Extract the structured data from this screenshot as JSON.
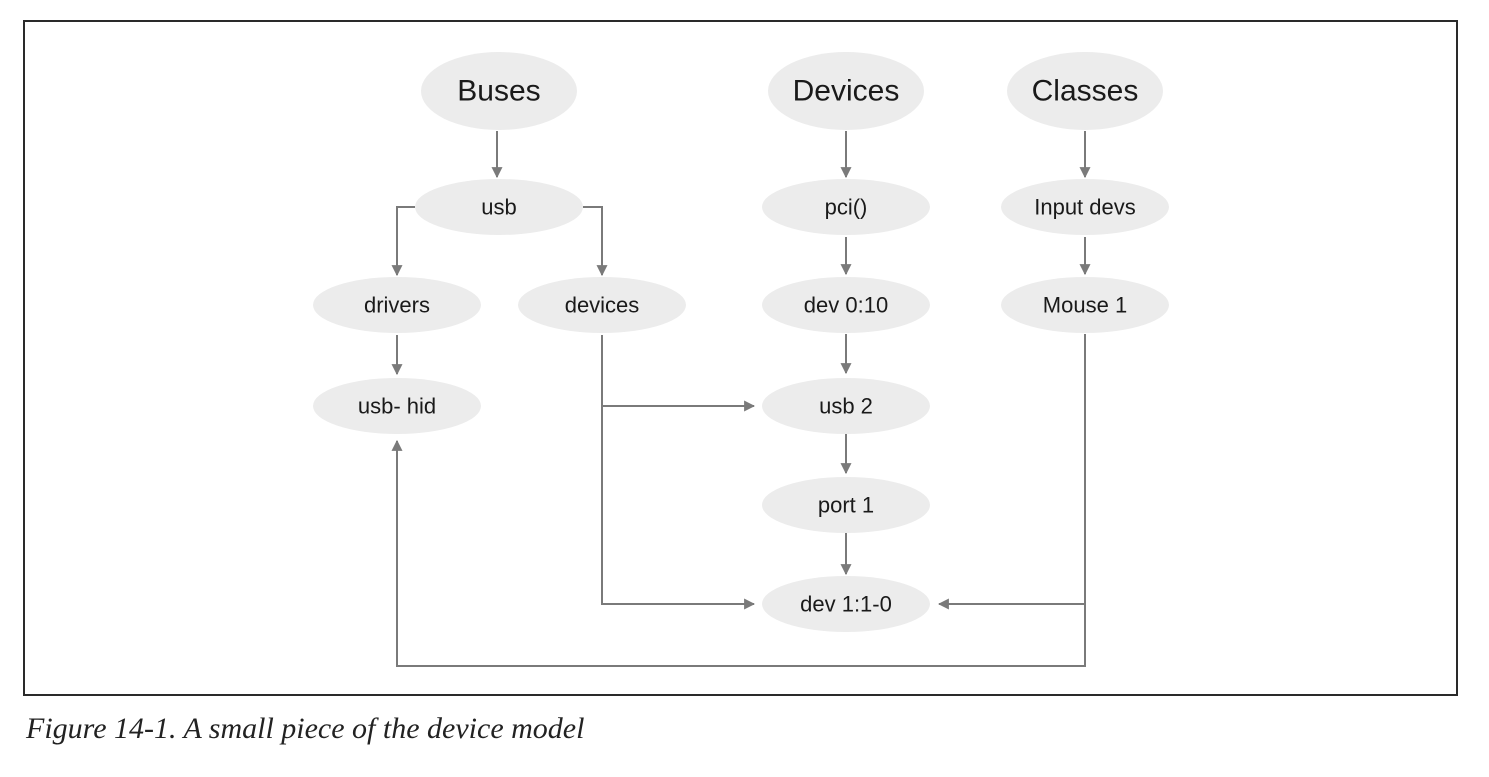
{
  "diagram": {
    "nodes": {
      "buses": "Buses",
      "devices_root": "Devices",
      "classes": "Classes",
      "usb": "usb",
      "pci": "pci()",
      "input_devs": "Input devs",
      "drivers": "drivers",
      "devices": "devices",
      "dev_0_10": "dev 0:10",
      "mouse_1": "Mouse 1",
      "usb_hid": "usb- hid",
      "usb_2": "usb 2",
      "port_1": "port 1",
      "dev_1_1_0": "dev 1:1-0"
    },
    "edges": [
      [
        "buses",
        "usb"
      ],
      [
        "usb",
        "drivers"
      ],
      [
        "usb",
        "devices"
      ],
      [
        "drivers",
        "usb_hid"
      ],
      [
        "devices",
        "usb_2"
      ],
      [
        "devices",
        "dev_1_1_0"
      ],
      [
        "devices_root",
        "pci"
      ],
      [
        "pci",
        "dev_0_10"
      ],
      [
        "dev_0_10",
        "usb_2"
      ],
      [
        "usb_2",
        "port_1"
      ],
      [
        "port_1",
        "dev_1_1_0"
      ],
      [
        "classes",
        "input_devs"
      ],
      [
        "input_devs",
        "mouse_1"
      ],
      [
        "mouse_1",
        "dev_1_1_0"
      ],
      [
        "mouse_1",
        "usb_hid"
      ]
    ],
    "colors": {
      "node_fill": "#ececec",
      "arrow": "#7a7a7a",
      "frame": "#2a2a2a"
    }
  },
  "caption": "Figure 14-1. A small piece of the device model"
}
